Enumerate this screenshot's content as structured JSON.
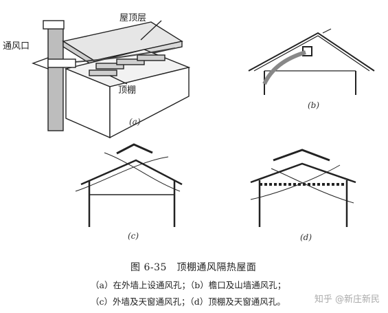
{
  "figure": {
    "label_roof_layer": "屋顶层",
    "label_vent": "通风口",
    "label_ceiling": "顶棚",
    "sub_a": "(a)",
    "sub_b": "(b)",
    "sub_c": "(c)",
    "sub_d": "(d)",
    "caption_title": "图 6-35　顶棚通风隔热屋面",
    "caption_line1": "（a）在外墙上设通风孔；（b）檐口及山墙通风孔；",
    "caption_line2": "（c）外墙及天窗通风孔；（d）顶棚及天窗通风孔。",
    "watermark": "知乎 @新庄新民"
  }
}
